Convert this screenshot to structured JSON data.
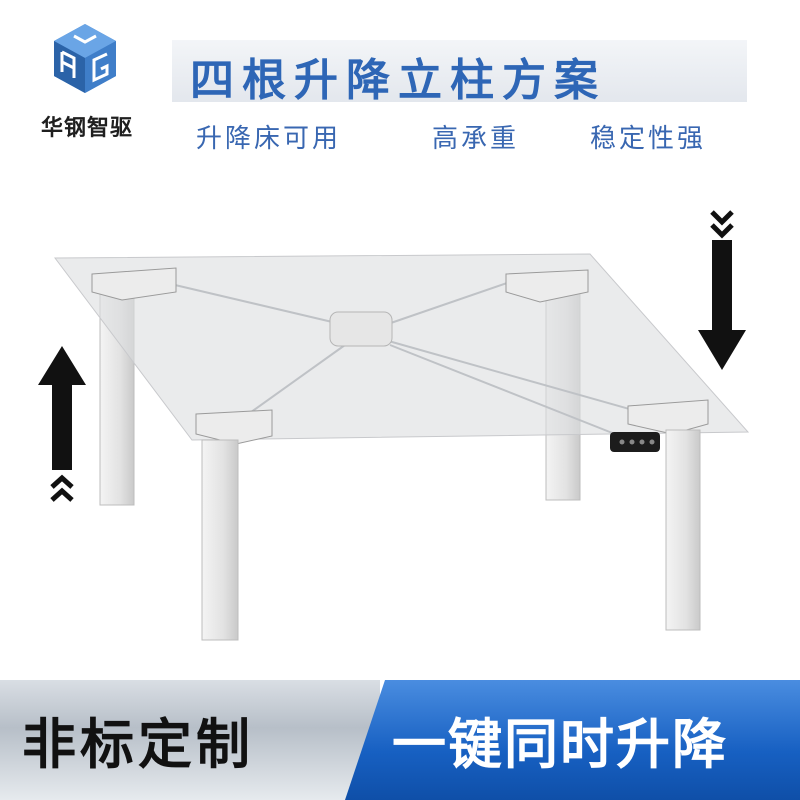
{
  "header": {
    "brand_name": "华钢智驱",
    "title": "四根升降立柱方案",
    "features": [
      "升降床可用",
      "高承重",
      "稳定性强"
    ]
  },
  "footer": {
    "left_label": "非标定制",
    "right_label": "一键同时升降"
  },
  "colors": {
    "title_blue": "#2e66b6",
    "footer_blue": "#1760c2"
  },
  "icons": [
    "logo-cube-icon",
    "arrow-up-icon",
    "arrow-down-icon"
  ]
}
